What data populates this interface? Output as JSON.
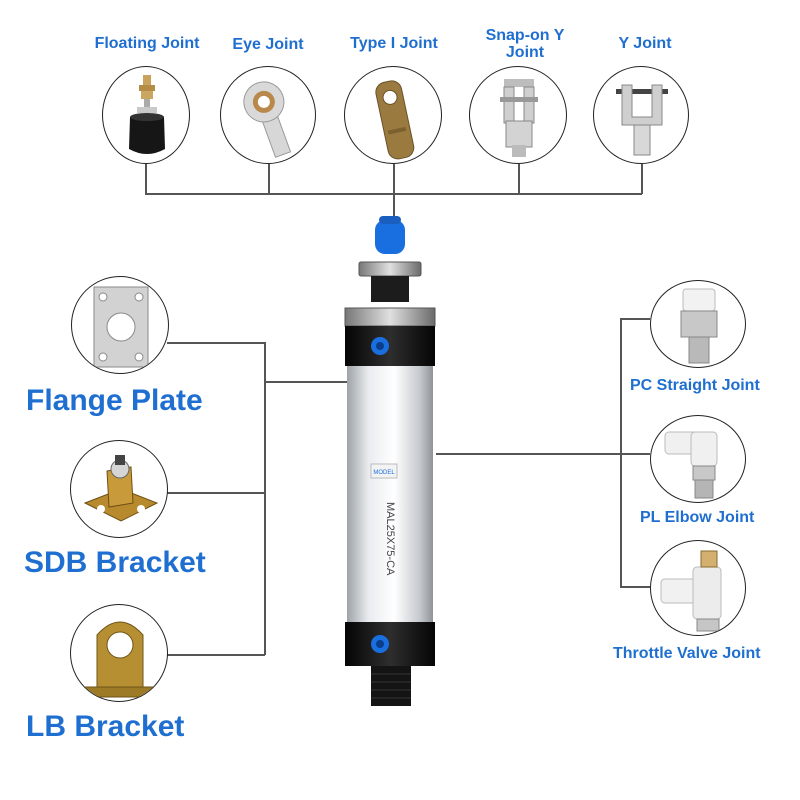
{
  "top_joints": [
    {
      "label": "Floating Joint",
      "icon": "floating-joint-icon"
    },
    {
      "label": "Eye Joint",
      "icon": "eye-joint-icon"
    },
    {
      "label": "Type I Joint",
      "icon": "type-i-joint-icon"
    },
    {
      "label": "Snap-on Y Joint",
      "icon": "snap-on-y-joint-icon"
    },
    {
      "label": "Y Joint",
      "icon": "y-joint-icon"
    }
  ],
  "left_brackets": [
    {
      "label": "Flange Plate",
      "icon": "flange-plate-icon"
    },
    {
      "label": "SDB Bracket",
      "icon": "sdb-bracket-icon"
    },
    {
      "label": "LB Bracket",
      "icon": "lb-bracket-icon"
    }
  ],
  "right_fittings": [
    {
      "label": "PC Straight Joint",
      "icon": "pc-straight-joint-icon"
    },
    {
      "label": "PL Elbow Joint",
      "icon": "pl-elbow-joint-icon"
    },
    {
      "label": "Throttle Valve Joint",
      "icon": "throttle-valve-joint-icon"
    }
  ],
  "cylinder": {
    "model_text": "MAL25X75-CA",
    "model_tag": "MODEL"
  },
  "colors": {
    "label_blue": "#1f6fd1",
    "port_blue": "#1a6fe0",
    "line_gray": "#555555"
  }
}
